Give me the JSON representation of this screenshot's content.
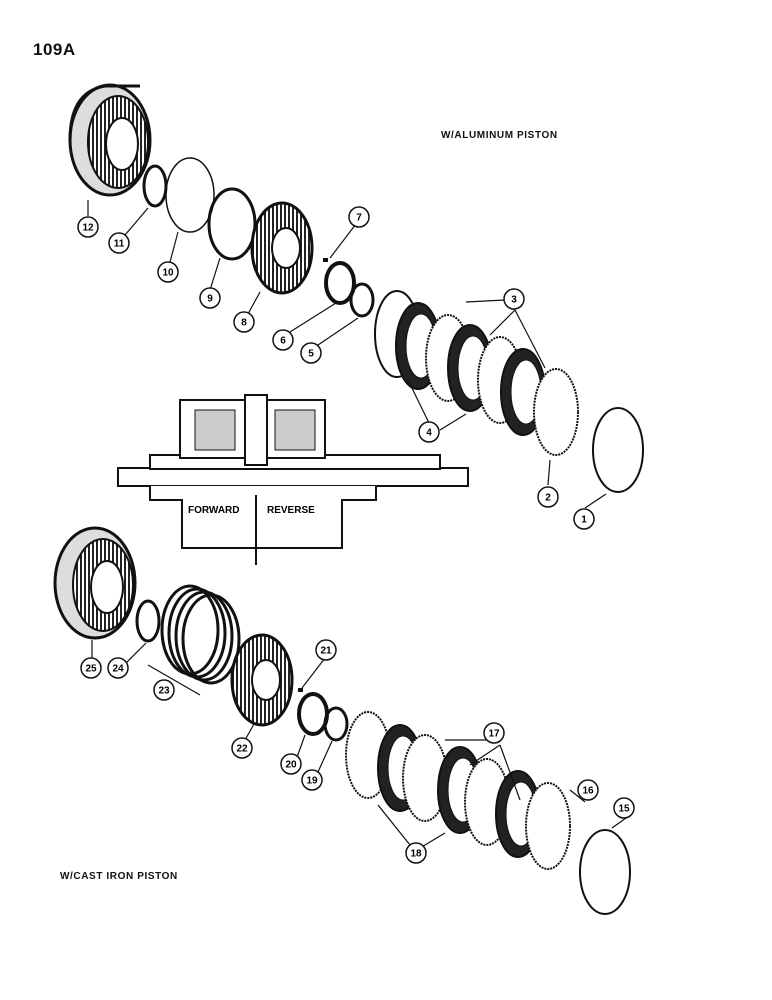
{
  "page": {
    "number": "109A",
    "caption_top": "W/ALUMINUM PISTON",
    "caption_bottom": "W/CAST IRON PISTON"
  },
  "housing": {
    "left_label": "FORWARD",
    "right_label": "REVERSE"
  },
  "callouts": [
    "1",
    "2",
    "3",
    "4",
    "5",
    "6",
    "7",
    "8",
    "9",
    "10",
    "11",
    "12",
    "15",
    "16",
    "17",
    "18",
    "19",
    "20",
    "21",
    "22",
    "23",
    "24",
    "25"
  ]
}
